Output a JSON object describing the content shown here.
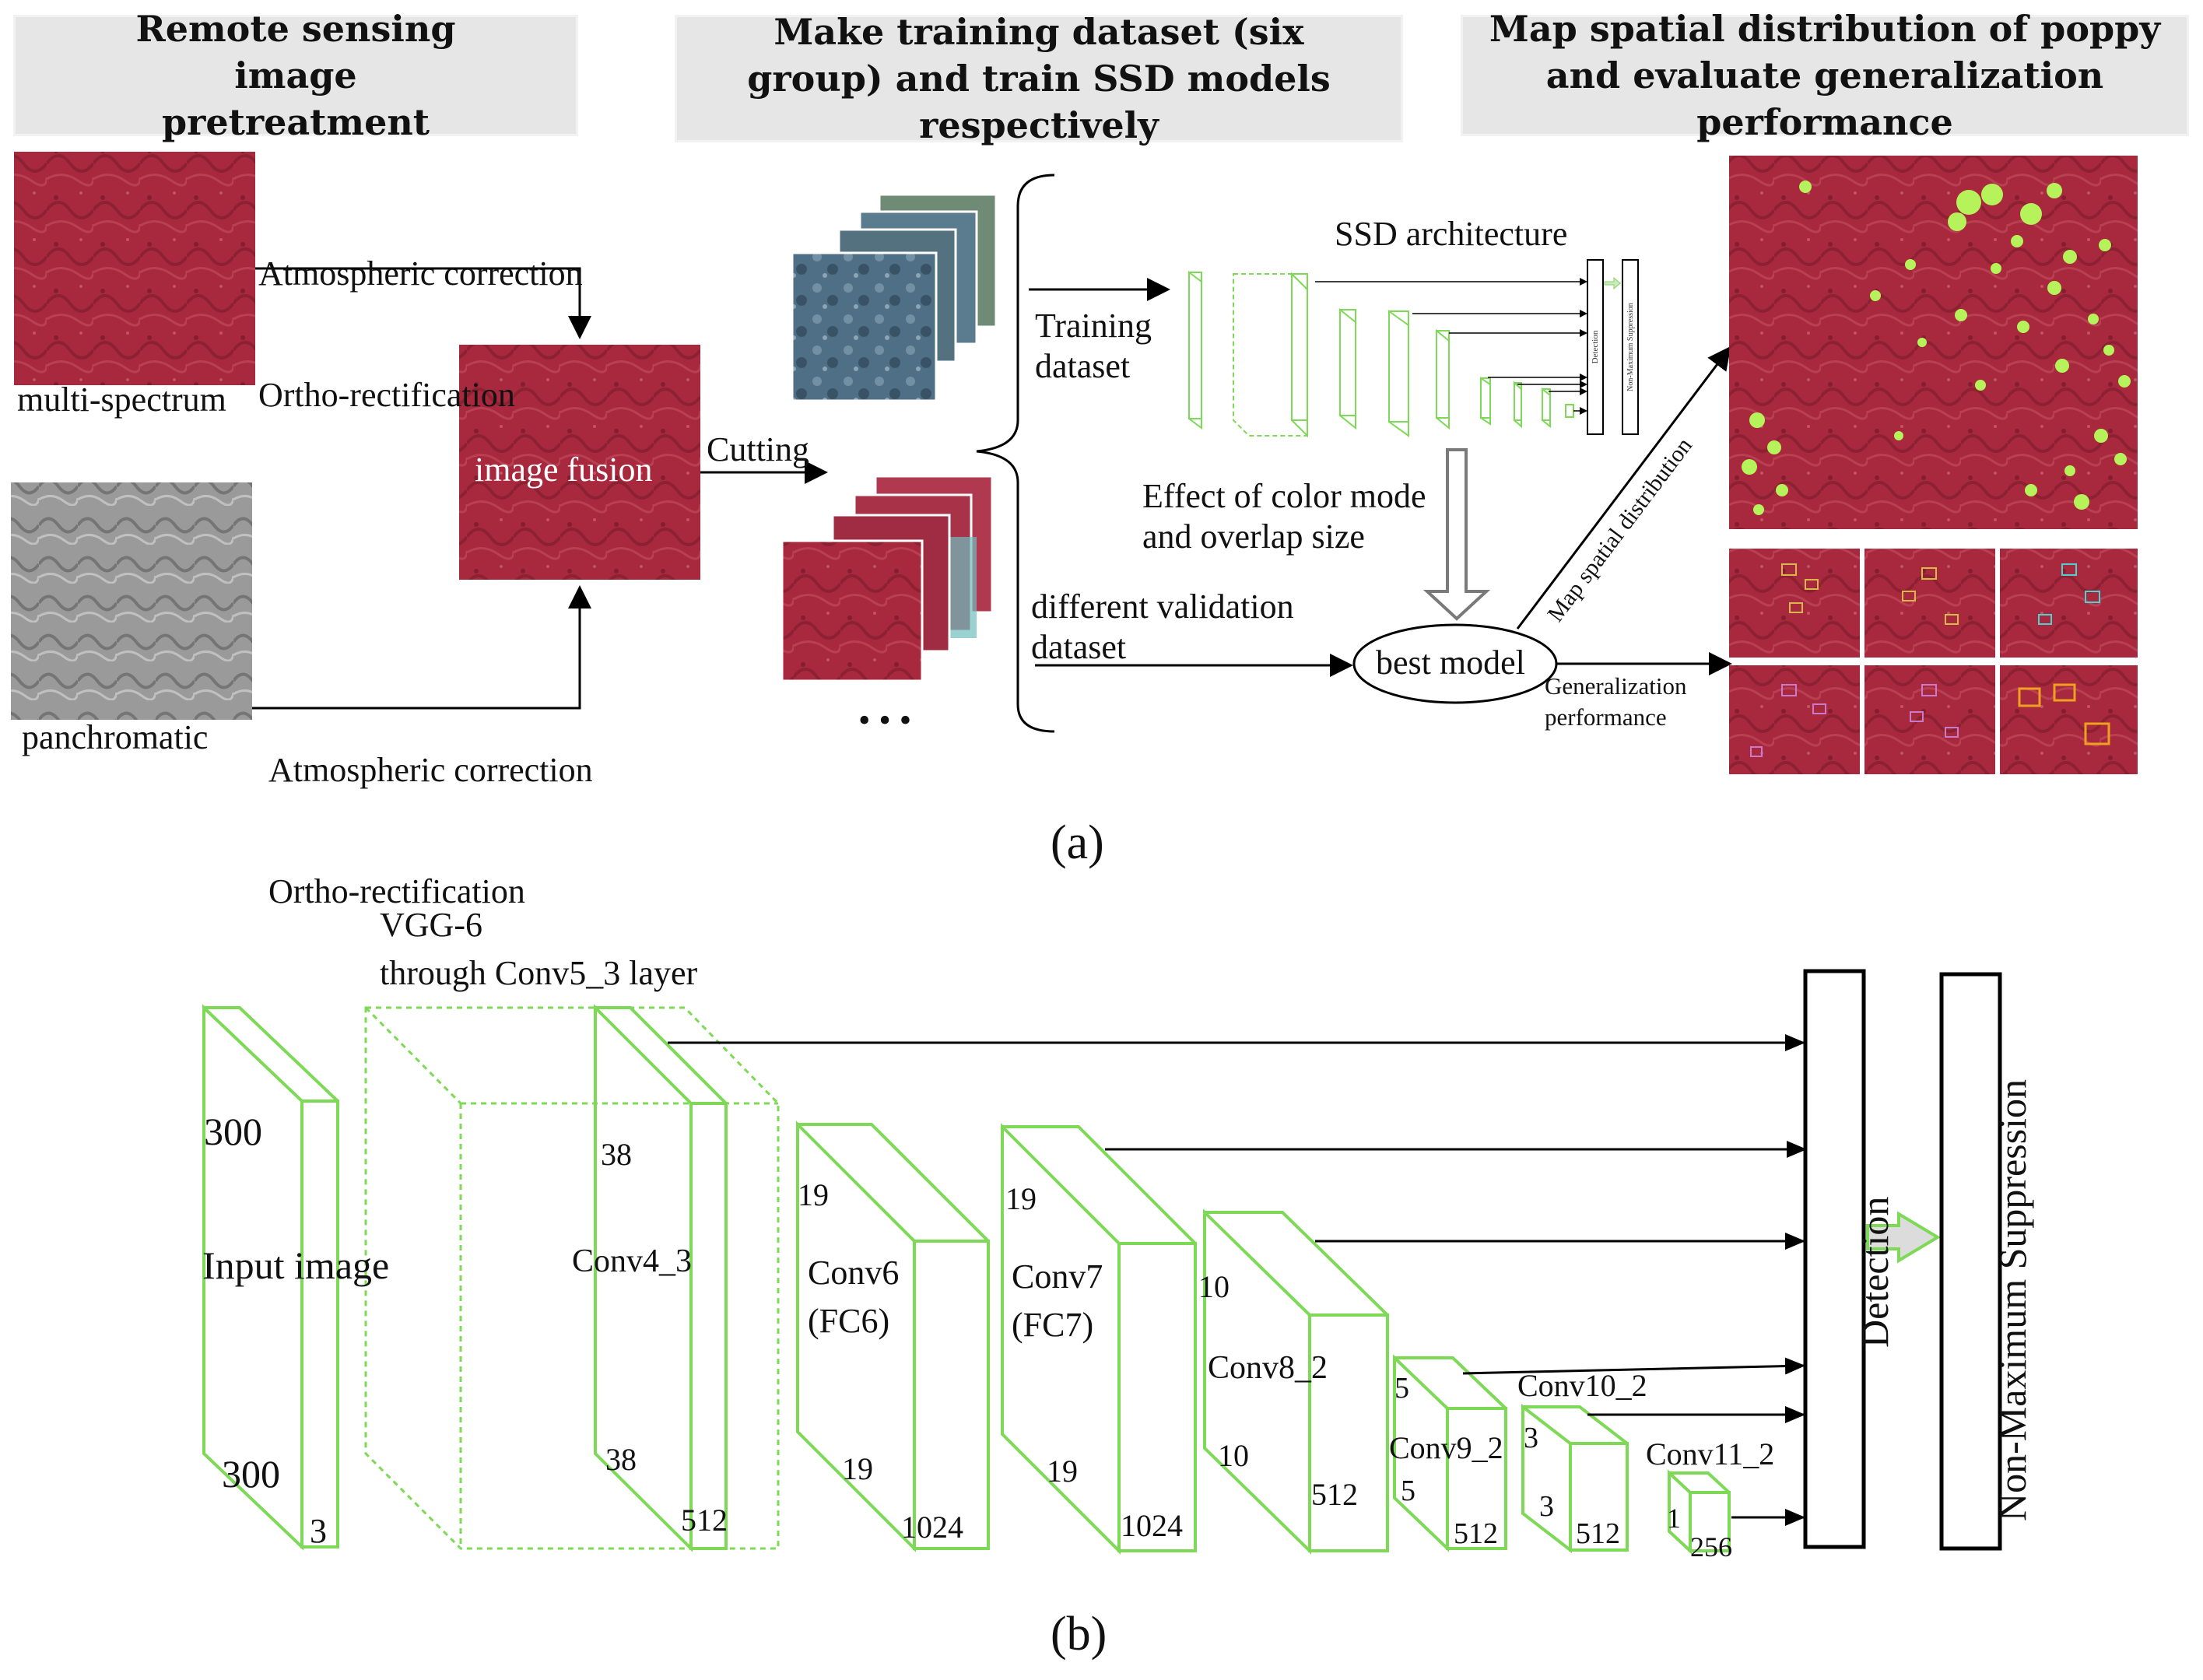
{
  "panel_a": {
    "headers": {
      "pretreatment": "Remote sensing image pretreatment",
      "training": "Make training dataset (six group) and train SSD models  respectively",
      "mapping": "Map spatial distribution of poppy and evaluate generalization performance"
    },
    "top_correction": {
      "line1": "Atmospheric correction",
      "line2": "Ortho-rectification"
    },
    "bottom_correction": {
      "line1": "Atmospheric correction",
      "line2": "Ortho-rectification"
    },
    "multi_spectrum": "multi-spectrum",
    "panchromatic": "panchromatic",
    "image_fusion": "image fusion",
    "cutting": "Cutting",
    "ellipsis": "• • •",
    "training_dataset": "Training\ndataset",
    "ssd_architecture": "SSD architecture",
    "effect": "Effect of color mode\nand overlap size",
    "validation": "different validation\ndataset",
    "best_model": "best model",
    "map_spatial": "Map spatial distribution",
    "generalization": "Generalization\nperformance",
    "caption": "(a)"
  },
  "panel_b": {
    "vgg_label": "VGG-6\nthrough Conv5_3 layer",
    "input": {
      "label": "Input image",
      "h": "300",
      "w": "300",
      "c": "3"
    },
    "conv4_3": {
      "label": "Conv4_3",
      "h": "38",
      "w": "38",
      "c": "512"
    },
    "conv6": {
      "label": "Conv6\n(FC6)",
      "h": "19",
      "w": "19",
      "c": "1024"
    },
    "conv7": {
      "label": "Conv7\n(FC7)",
      "h": "19",
      "w": "19",
      "c": "1024"
    },
    "conv8_2": {
      "label": "Conv8_2",
      "h": "10",
      "w": "10",
      "c": "512"
    },
    "conv9_2": {
      "label": "Conv9_2",
      "h": "5",
      "w": "5",
      "c": "512"
    },
    "conv10_2": {
      "label": "Conv10_2",
      "h": "3",
      "w": "3",
      "c": "512"
    },
    "conv11_2": {
      "label": "Conv11_2",
      "h": "1",
      "c": "256"
    },
    "detection": "Detection",
    "nms": "Non-Maximum Suppression",
    "caption": "(b)"
  },
  "colors": {
    "layer_green": "#7ed957",
    "poppy_green": "#b6f25a",
    "header_gray": "#e6e6e6",
    "image_red": "#a8283d"
  }
}
